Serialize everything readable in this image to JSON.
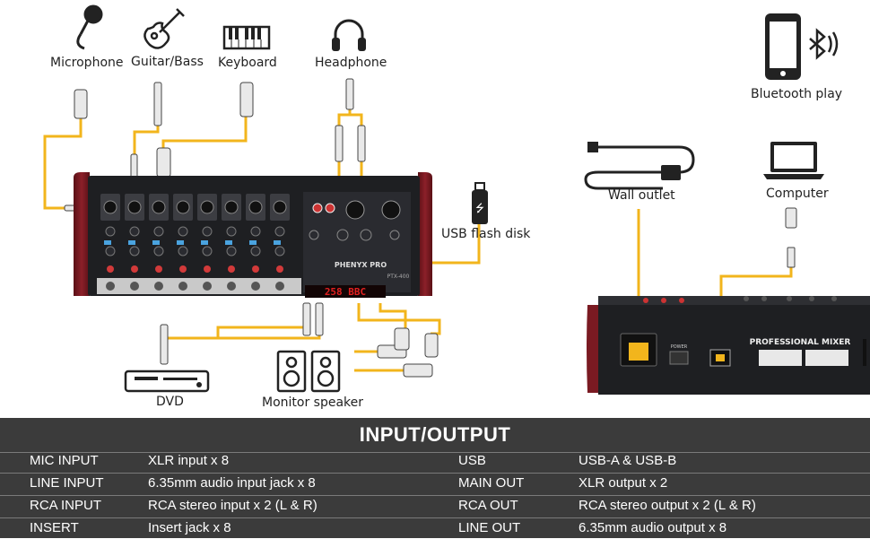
{
  "devices": {
    "microphone": "Microphone",
    "guitar_bass": "Guitar/Bass",
    "keyboard": "Keyboard",
    "headphone": "Headphone",
    "usb_flash_disk": "USB flash disk",
    "dvd": "DVD",
    "monitor_speaker": "Monitor speaker",
    "bluetooth_play": "Bluetooth play",
    "wall_outlet": "Wall outlet",
    "computer": "Computer"
  },
  "mixer": {
    "brand": "PHENYX PRO",
    "model": "PTX-400",
    "display": "258 BBC",
    "rear_label": "PROFESSIONAL MIXER",
    "power_label": "POWER"
  },
  "spec_table": {
    "title": "INPUT/OUTPUT",
    "rows": [
      {
        "label_left": "MIC INPUT",
        "value_left": "XLR input x 8",
        "label_right": "USB",
        "value_right": "USB-A & USB-B"
      },
      {
        "label_left": "LINE INPUT",
        "value_left": "6.35mm audio input jack x 8",
        "label_right": "MAIN OUT",
        "value_right": "XLR output x 2"
      },
      {
        "label_left": "RCA INPUT",
        "value_left": "RCA stereo input x 2 (L & R)",
        "label_right": "RCA OUT",
        "value_right": "RCA stereo output x 2 (L & R)"
      },
      {
        "label_left": "INSERT",
        "value_left": "Insert jack x 8",
        "label_right": "LINE OUT",
        "value_right": "6.35mm audio output x 8"
      }
    ]
  },
  "colors": {
    "cable": "#f2b51c",
    "mixer_body": "#1e1f22",
    "mixer_side": "#7a1a22",
    "table_bg": "#3b3b3b",
    "display": "#e22020"
  }
}
